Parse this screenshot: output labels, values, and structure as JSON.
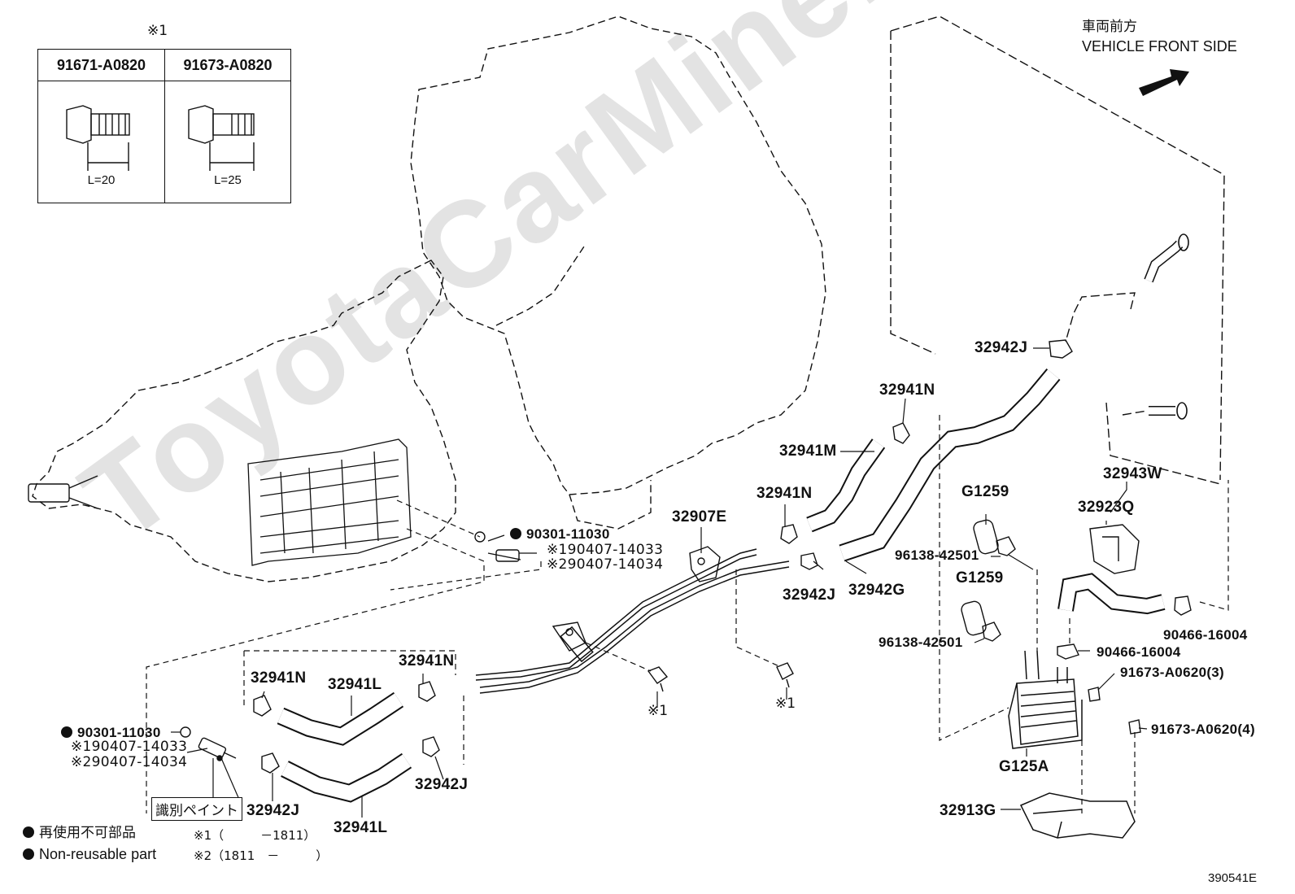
{
  "watermark": "ToyotaCarMine.ru",
  "bolt_table": {
    "marker": "※1",
    "columns": [
      {
        "part": "91671-A0820",
        "length": "L=20"
      },
      {
        "part": "91673-A0820",
        "length": "L=25"
      }
    ]
  },
  "direction": {
    "jp": "車両前方",
    "en": "VEHICLE FRONT SIDE"
  },
  "parts": {
    "p_32942J_top": "32942J",
    "p_32941N_a": "32941N",
    "p_32941M": "32941M",
    "p_32941N_b": "32941N",
    "p_32907E": "32907E",
    "p_G1259_a": "G1259",
    "p_32943W": "32943W",
    "p_32923Q": "32923Q",
    "p_96138_a": "96138-42501",
    "p_G1259_b": "G1259",
    "p_32942J_mid": "32942J",
    "p_32942G": "32942G",
    "p_90466_a": "90466-16004",
    "p_96138_b": "96138-42501",
    "p_90466_b": "90466-16004",
    "p_91673_3": "91673-A0620(3)",
    "p_91673_4": "91673-A0620(4)",
    "p_G125A": "G125A",
    "p_32913G": "32913G",
    "p_90301_top": "90301-11030",
    "p_90407_1_top": "※190407-14033",
    "p_90407_2_top": "※290407-14034",
    "p_32941N_c": "32941N",
    "p_32941L_a": "32941L",
    "p_32941N_d": "32941N",
    "p_90301_bot": "90301-11030",
    "p_90407_1_bot": "※190407-14033",
    "p_90407_2_bot": "※290407-14034",
    "p_32942J_bl": "32942J",
    "p_32942J_br": "32942J",
    "p_32941L_b": "32941L",
    "mark_1_a": "※1",
    "mark_1_b": "※1"
  },
  "paint_mark": "識別ペイント",
  "legend": {
    "nonreusable_jp": "再使用不可部品",
    "nonreusable_en": "Non-reusable part",
    "note1": "※1（　　　－1811）",
    "note2": "※2（1811　－　　　）"
  },
  "figure_id": "390541E"
}
